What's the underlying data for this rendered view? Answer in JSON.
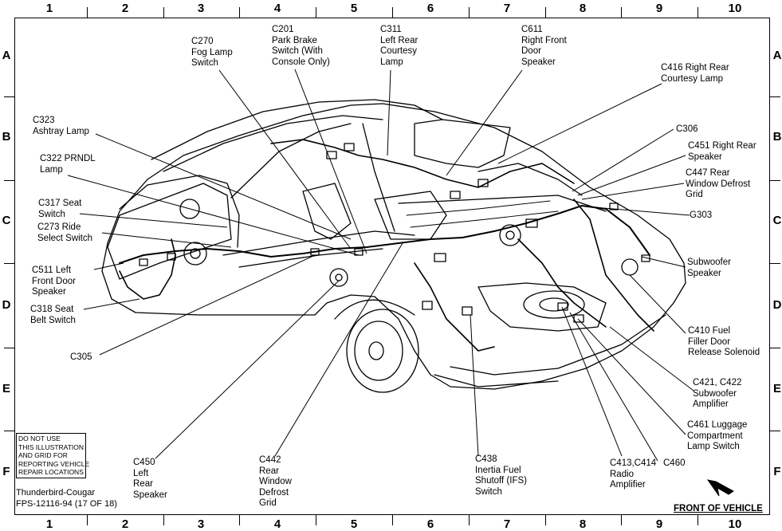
{
  "grid": {
    "columns": [
      "1",
      "2",
      "3",
      "4",
      "5",
      "6",
      "7",
      "8",
      "9",
      "10"
    ],
    "rows": [
      "A",
      "B",
      "C",
      "D",
      "E",
      "F"
    ]
  },
  "callouts": {
    "c270": "C270\nFog Lamp\nSwitch",
    "c201": "C201\nPark Brake\nSwitch (With\nConsole Only)",
    "c311": "C311\nLeft Rear\nCourtesy\nLamp",
    "c611": "C611\nRight Front\nDoor\nSpeaker",
    "c416": "C416 Right Rear\nCourtesy Lamp",
    "c323": "C323\nAshtray Lamp",
    "c322": "C322 PRNDL\nLamp",
    "c306": "C306",
    "c451": "C451 Right Rear\nSpeaker",
    "c447": "C447 Rear\nWindow Defrost\nGrid",
    "c317": "C317 Seat\nSwitch",
    "c273": "C273 Ride\nSelect Switch",
    "g303": "G303",
    "c511": "C511 Left\nFront Door\nSpeaker",
    "subwoofer_speaker": "Subwoofer\nSpeaker",
    "c318": "C318 Seat\nBelt Switch",
    "c410": "C410 Fuel\nFiller Door\nRelease Solenoid",
    "c305": "C305",
    "c421": "C421, C422\nSubwoofer\nAmplifier",
    "c461": "C461 Luggage\nCompartment\nLamp Switch",
    "c450": "C450\nLeft\nRear\nSpeaker",
    "c442": "C442\nRear\nWindow\nDefrost\nGrid",
    "c438": "C438\nInertia Fuel\nShutoff (IFS)\nSwitch",
    "c413": "C413,C414\nRadio\nAmplifier",
    "c460": "C460"
  },
  "notice": "DO NOT USE\nTHIS ILLUSTRATION\nAND GRID FOR\nREPORTING VEHICLE\nREPAIR LOCATIONS",
  "footer": {
    "model": "Thunderbird-Cougar",
    "code": "FPS-12116-94 (17 OF 18)",
    "front_of_vehicle": "FRONT OF VEHICLE"
  },
  "icons": [
    "front-of-vehicle-arrow-icon"
  ]
}
